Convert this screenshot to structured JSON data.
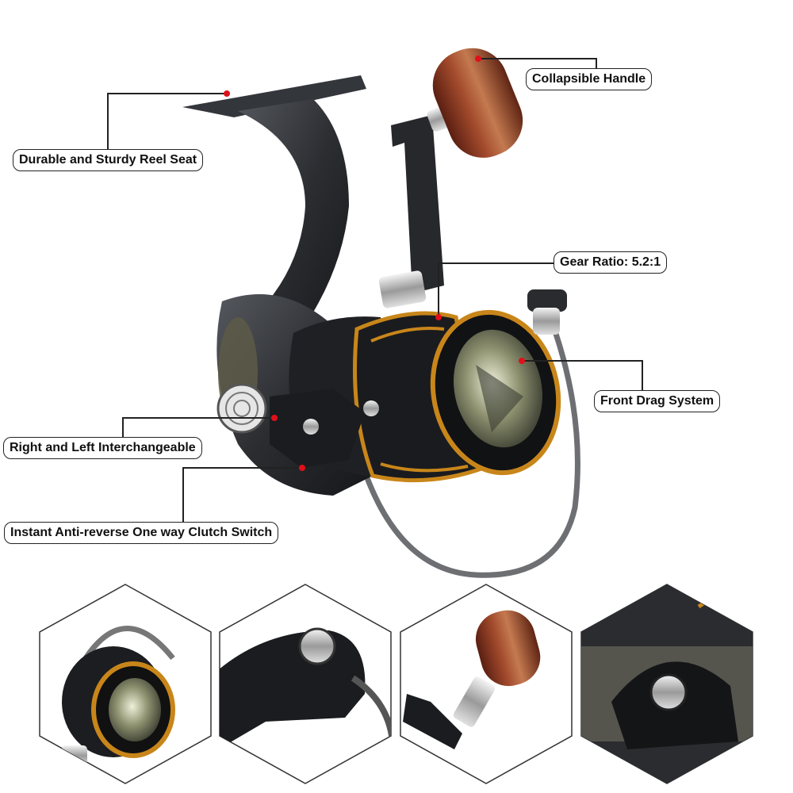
{
  "callouts": {
    "reel_seat": "Durable and Sturdy Reel Seat",
    "handle": "Collapsible Handle",
    "gear_ratio": "Gear Ratio: 5.2:1",
    "front_drag": "Front Drag System",
    "interchangeable": "Right and Left Interchangeable",
    "clutch": "Instant Anti-reverse One way Clutch Switch"
  },
  "colors": {
    "body": "#2b2d31",
    "gold": "#c8861a",
    "wood": "#8a3b26",
    "leader_dot": "#e0101a"
  }
}
